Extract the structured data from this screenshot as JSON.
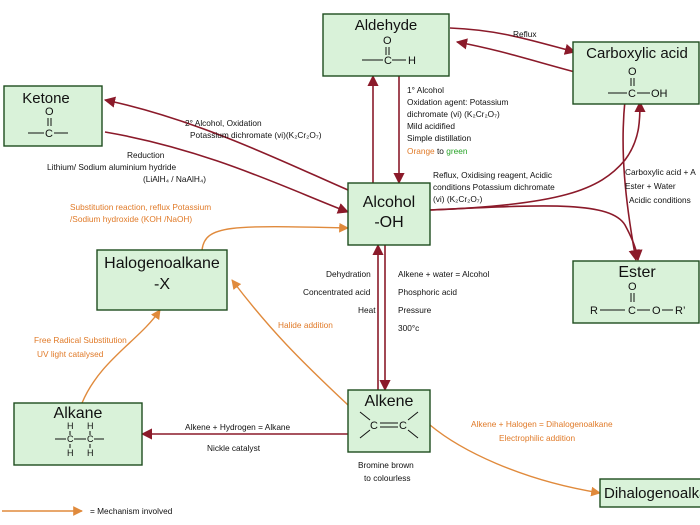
{
  "nodes": {
    "aldehyde": {
      "title": "Aldehyde",
      "o": "O",
      "h": "H"
    },
    "carboxylic": {
      "title": "Carboxylic acid",
      "o": "O",
      "oh": "OH"
    },
    "ketone": {
      "title": "Ketone",
      "o": "O"
    },
    "alcohol": {
      "title1": "Alcohol",
      "title2": "-OH"
    },
    "halogenoalkane": {
      "title1": "Halogenoalkane",
      "title2": "-X"
    },
    "ester": {
      "title": "Ester",
      "o": "O",
      "r": "R",
      "c": "C",
      "o2": "O",
      "r2": "R’"
    },
    "alkane": {
      "title": "Alkane",
      "h": "H",
      "c": "C"
    },
    "alkene": {
      "title": "Alkene",
      "c": "C"
    },
    "dihalogenoalkane": {
      "title": "Dihalogenoalkane"
    }
  },
  "labels": {
    "reflux": "Reflux",
    "alc_ald_1": "1° Alcohol",
    "alc_ald_2": "Oxidation agent: Potassium",
    "alc_ald_3": "dichromate (vi) (K₂Cr₂O₇)",
    "alc_ald_4": "Mild acidified",
    "alc_ald_5": "Simple distillation",
    "alc_ald_orange": "Orange",
    "alc_ald_to": " to ",
    "alc_ald_green": "green",
    "ket_1": "2° Alcohol, Oxidation",
    "ket_2": "Potassium dichromate (vi)(K₂Cr₂O₇)",
    "red_1": "Reduction",
    "red_2": "Lithium/ Sodium aluminium hydride",
    "red_3": "(LiAlH₄ / NaAlH₄)",
    "acid_1": "Reflux, Oxidising reagent, Acidic",
    "acid_2": "conditions Potassium dichromate",
    "acid_3": "(vi) (K₂Cr₂O₇)",
    "ester_1": "Carboxylic acid + A",
    "ester_2": "Ester + Water",
    "ester_3": "Acidic conditions",
    "sub_1": "Substitution reaction, reflux Potassium",
    "sub_2": "/Sodium hydroxide (KOH /NaOH)",
    "dehyd_1": "Dehydration",
    "dehyd_2": "Concentrated acid",
    "dehyd_3": "Heat",
    "hyd_1": "Alkene + water = Alcohol",
    "hyd_2": "Phosphoric acid",
    "hyd_3": "Pressure",
    "hyd_4": "300°c",
    "halide": "Halide addition",
    "frs_1": "Free Radical Substitution",
    "frs_2": "UV light catalysed",
    "h2_1": "Alkene + Hydrogen = Alkane",
    "h2_2": "Nickle catalyst",
    "brom_1": "Bromine brown",
    "brom_2": "to colourless",
    "dihal_1": "Alkene + Halogen = Dihalogenoalkane",
    "dihal_2": "Electrophilic addition"
  },
  "legend": {
    "text": "= Mechanism involved"
  },
  "colors": {
    "box_fill": "#d9f2d9",
    "box_stroke": "#1e4d1e",
    "red_arrow": "#8b1a2a",
    "orange_arrow": "#e08a3c"
  }
}
